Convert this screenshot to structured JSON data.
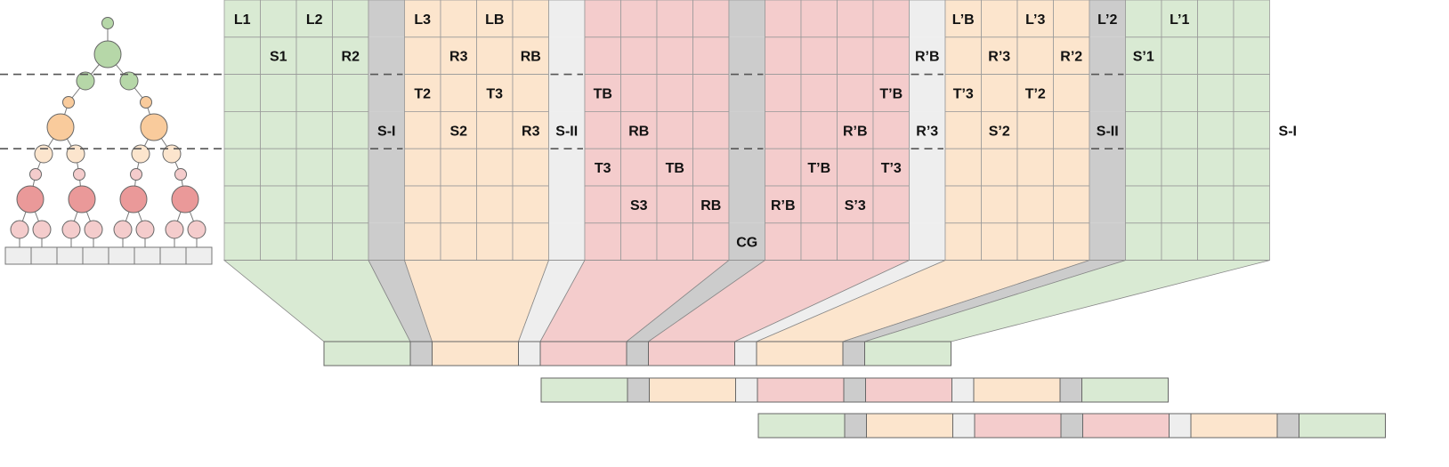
{
  "colors": {
    "green": "#d9ead3",
    "orange": "#fce5cd",
    "red": "#f4cccc",
    "gray_dark": "#cccccc",
    "gray_light": "#eeeeee",
    "grid_line": "#999999",
    "node_green": "#b6d7a8",
    "node_orange": "#f9cb9c",
    "node_red": "#ea9999",
    "node_pink": "#f4cccc",
    "dash": "#555555"
  },
  "groups": [
    "green",
    "sep_dark",
    "orange",
    "sep_light",
    "red",
    "sep_dark",
    "red",
    "sep_light",
    "orange",
    "sep_dark",
    "green"
  ],
  "separator_labels": {
    "row": 3,
    "items": [
      {
        "col": 4,
        "text": "S-I"
      },
      {
        "col": 9,
        "text": "S-II"
      },
      {
        "col": 24,
        "text": "S-II"
      },
      {
        "col": 29,
        "text": "S-I"
      }
    ]
  },
  "cg_label": {
    "col": 14,
    "row": 6,
    "text": "CG"
  },
  "grid_labels": [
    {
      "col": 0,
      "row": 0,
      "text": "L1"
    },
    {
      "col": 2,
      "row": 0,
      "text": "L2"
    },
    {
      "col": 1,
      "row": 1,
      "text": "S1"
    },
    {
      "col": 3,
      "row": 1,
      "text": "R2"
    },
    {
      "col": 5,
      "row": 0,
      "text": "L3"
    },
    {
      "col": 7,
      "row": 0,
      "text": "LB"
    },
    {
      "col": 6,
      "row": 1,
      "text": "R3"
    },
    {
      "col": 8,
      "row": 1,
      "text": "RB"
    },
    {
      "col": 5,
      "row": 2,
      "text": "T2"
    },
    {
      "col": 7,
      "row": 2,
      "text": "T3"
    },
    {
      "col": 6,
      "row": 3,
      "text": "S2"
    },
    {
      "col": 8,
      "row": 3,
      "text": "R3"
    },
    {
      "col": 10,
      "row": 2,
      "text": "TB"
    },
    {
      "col": 11,
      "row": 3,
      "text": "RB"
    },
    {
      "col": 10,
      "row": 4,
      "text": "T3"
    },
    {
      "col": 12,
      "row": 4,
      "text": "TB"
    },
    {
      "col": 11,
      "row": 5,
      "text": "S3"
    },
    {
      "col": 13,
      "row": 5,
      "text": "RB"
    },
    {
      "col": 15,
      "row": 5,
      "text": "R’B"
    },
    {
      "col": 17,
      "row": 5,
      "text": "S’3"
    },
    {
      "col": 16,
      "row": 4,
      "text": "T’B"
    },
    {
      "col": 18,
      "row": 4,
      "text": "T’3"
    },
    {
      "col": 17,
      "row": 3,
      "text": "R’B"
    },
    {
      "col": 18,
      "row": 2,
      "text": "T’B"
    },
    {
      "col": 20,
      "row": 0,
      "text": "L’B"
    },
    {
      "col": 22,
      "row": 0,
      "text": "L’3"
    },
    {
      "col": 19,
      "row": 1,
      "text": "R’B"
    },
    {
      "col": 21,
      "row": 1,
      "text": "R’3"
    },
    {
      "col": 20,
      "row": 2,
      "text": "T’3"
    },
    {
      "col": 22,
      "row": 2,
      "text": "T’2"
    },
    {
      "col": 19,
      "row": 3,
      "text": "R’3"
    },
    {
      "col": 21,
      "row": 3,
      "text": "S’2"
    },
    {
      "col": 24,
      "row": 0,
      "text": "L’2"
    },
    {
      "col": 26,
      "row": 0,
      "text": "L’1"
    },
    {
      "col": 23,
      "row": 1,
      "text": "R’2"
    },
    {
      "col": 25,
      "row": 1,
      "text": "S’1"
    }
  ],
  "strips": {
    "count": 3,
    "segments": [
      "green",
      "sep_dark",
      "orange",
      "sep_light",
      "red",
      "sep_dark",
      "red",
      "sep_light",
      "orange",
      "sep_dark",
      "green"
    ]
  },
  "tree": {
    "levels": 3,
    "leaf_cells": 8
  }
}
